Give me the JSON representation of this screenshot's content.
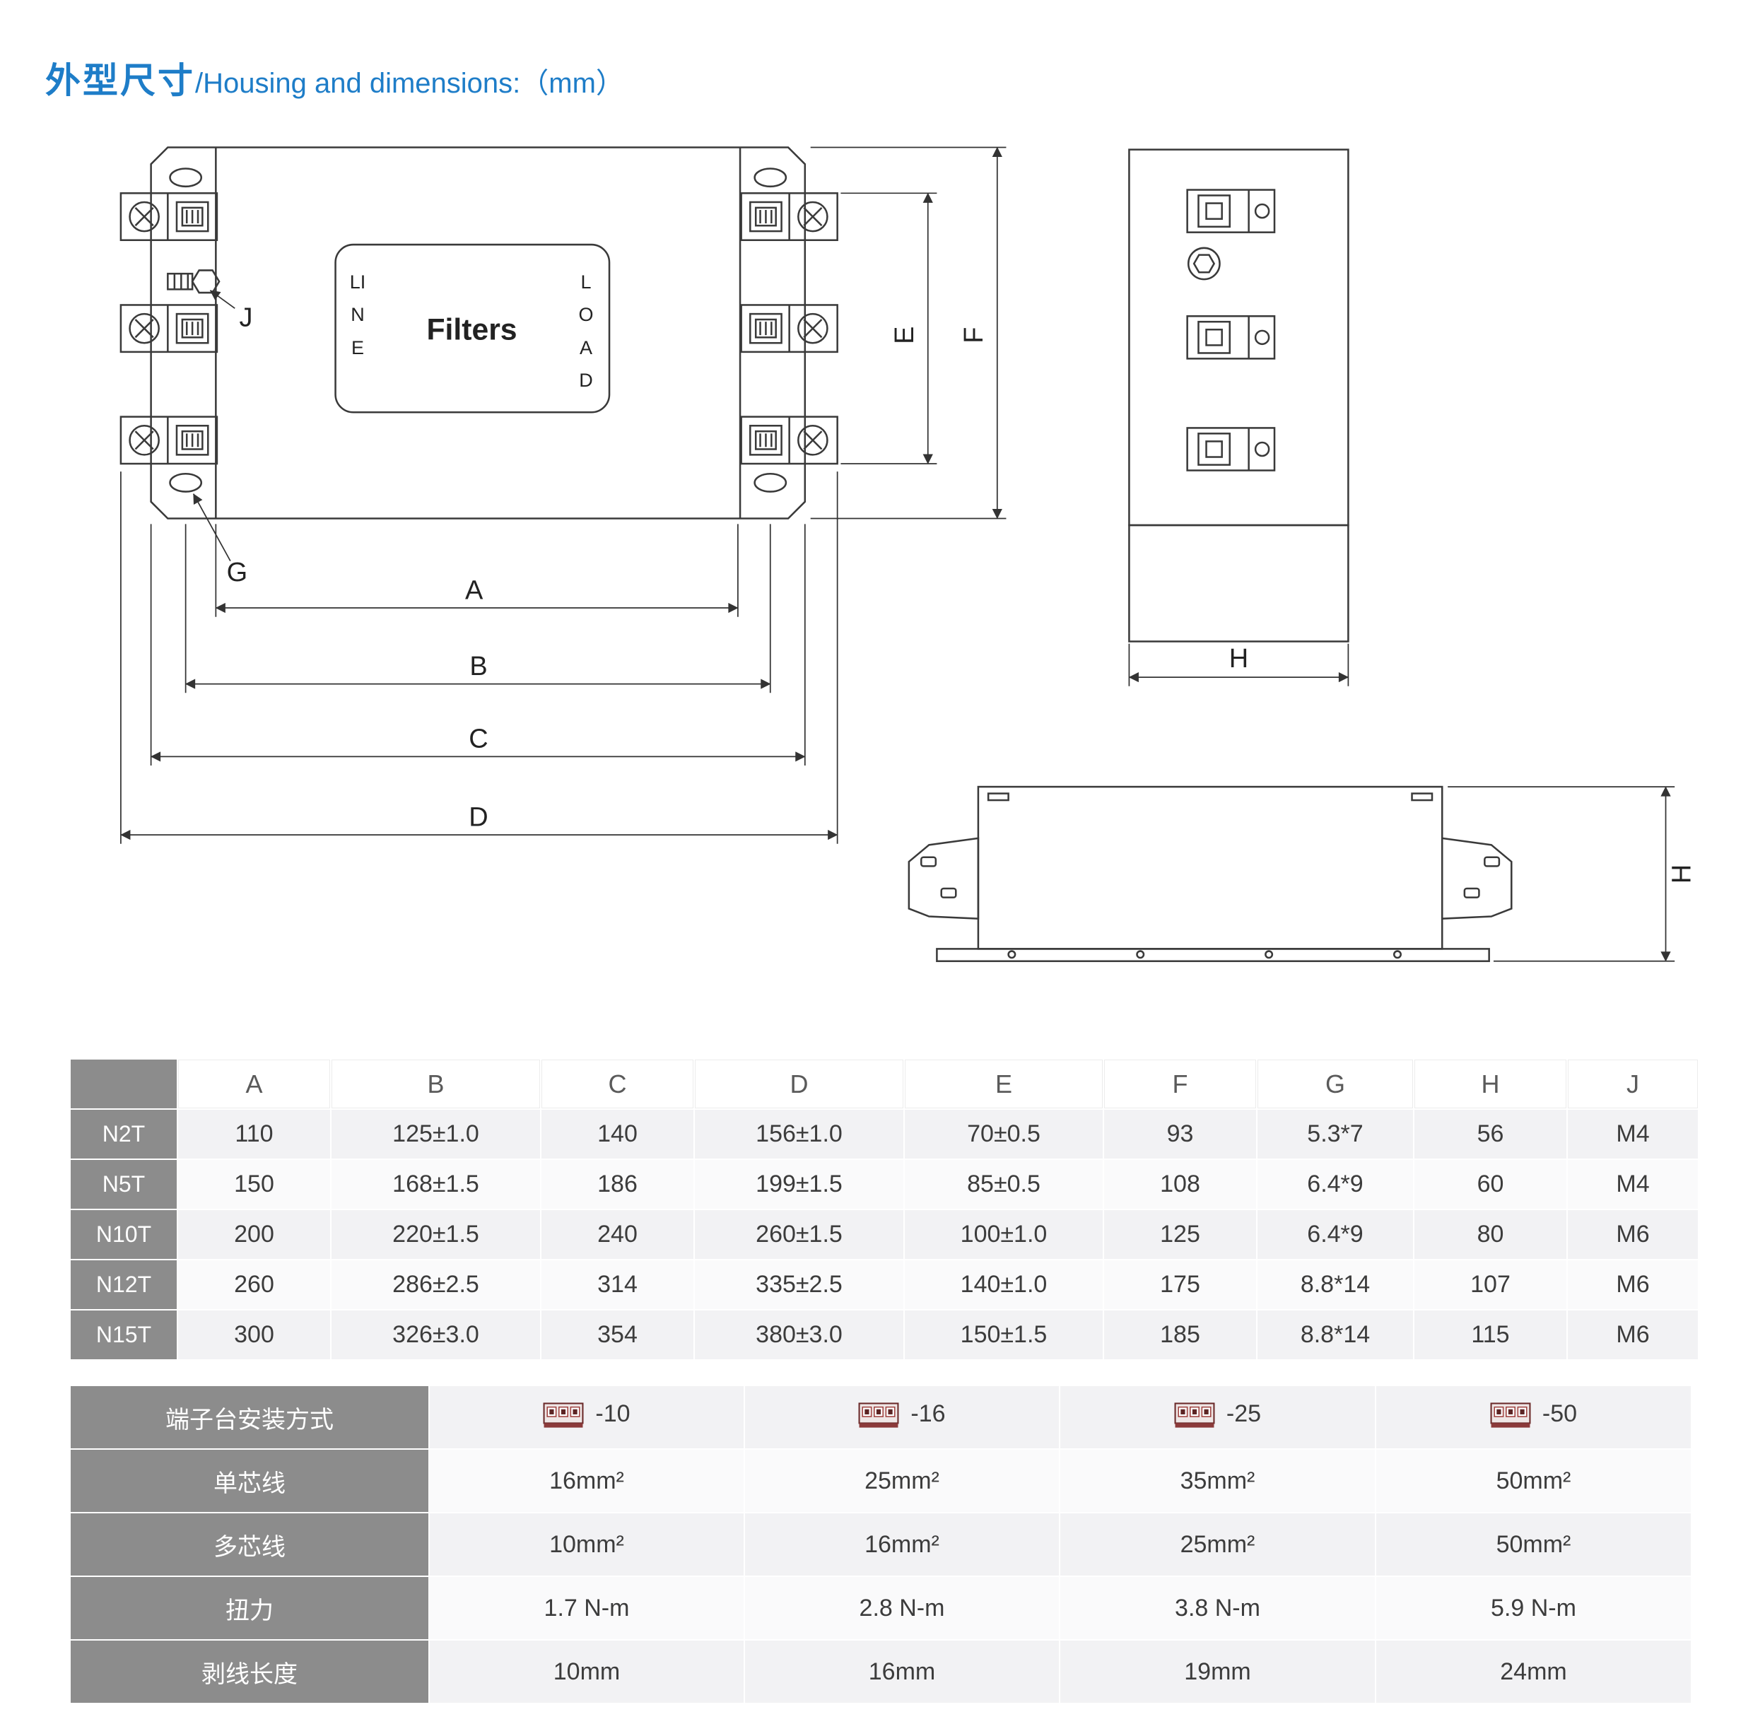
{
  "page": {
    "title_cn": "外型尺寸",
    "title_en": "/Housing and dimensions:（mm）"
  },
  "drawing": {
    "filters_label": "Filters",
    "line_label": "LINE",
    "load_label": "LOAD",
    "dims": {
      "A": "A",
      "B": "B",
      "C": "C",
      "D": "D",
      "E": "E",
      "F": "F",
      "G": "G",
      "H": "H",
      "J": "J"
    }
  },
  "dim_table": {
    "headers": [
      "A",
      "B",
      "C",
      "D",
      "E",
      "F",
      "G",
      "H",
      "J"
    ],
    "rows": [
      {
        "model": "N2T",
        "values": [
          "110",
          "125±1.0",
          "140",
          "156±1.0",
          "70±0.5",
          "93",
          "5.3*7",
          "56",
          "M4"
        ]
      },
      {
        "model": "N5T",
        "values": [
          "150",
          "168±1.5",
          "186",
          "199±1.5",
          "85±0.5",
          "108",
          "6.4*9",
          "60",
          "M4"
        ]
      },
      {
        "model": "N10T",
        "values": [
          "200",
          "220±1.5",
          "240",
          "260±1.5",
          "100±1.0",
          "125",
          "6.4*9",
          "80",
          "M6"
        ]
      },
      {
        "model": "N12T",
        "values": [
          "260",
          "286±2.5",
          "314",
          "335±2.5",
          "140±1.0",
          "175",
          "8.8*14",
          "107",
          "M6"
        ]
      },
      {
        "model": "N15T",
        "values": [
          "300",
          "326±3.0",
          "354",
          "380±3.0",
          "150±1.5",
          "185",
          "8.8*14",
          "115",
          "M6"
        ]
      }
    ]
  },
  "terminal_table": {
    "rows": [
      {
        "label": "端子台安装方式",
        "values": [
          "-10",
          "-16",
          "-25",
          "-50"
        ]
      },
      {
        "label": "单芯线",
        "values": [
          "16mm²",
          "25mm²",
          "35mm²",
          "50mm²"
        ]
      },
      {
        "label": "多芯线",
        "values": [
          "10mm²",
          "16mm²",
          "25mm²",
          "50mm²"
        ]
      },
      {
        "label": "扭力",
        "values": [
          "1.7 N-m",
          "2.8 N-m",
          "3.8 N-m",
          "5.9 N-m"
        ]
      },
      {
        "label": "剥线长度",
        "values": [
          "10mm",
          "16mm",
          "19mm",
          "24mm"
        ]
      }
    ]
  },
  "colors": {
    "title_blue": "#1E7DC8",
    "table_gray": "#8C8C8C",
    "icon_red": "#8B3A3A"
  }
}
